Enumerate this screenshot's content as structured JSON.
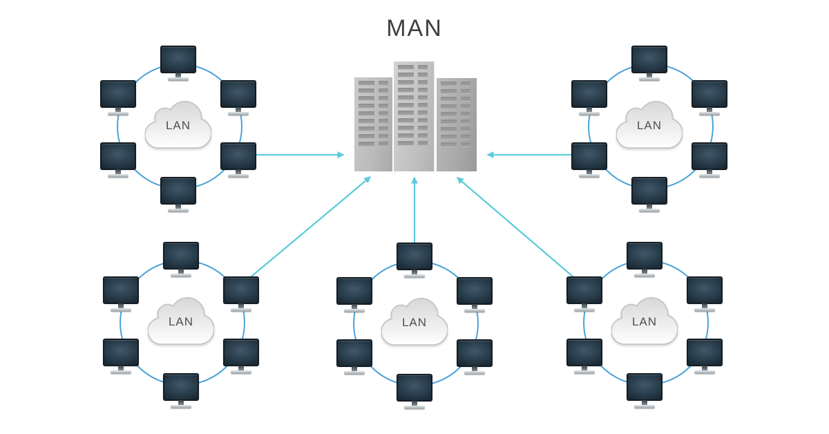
{
  "title": "MAN",
  "clusters": [
    {
      "name": "top-left",
      "label": "LAN"
    },
    {
      "name": "top-right",
      "label": "LAN"
    },
    {
      "name": "bottom-left",
      "label": "LAN"
    },
    {
      "name": "bottom-center",
      "label": "LAN"
    },
    {
      "name": "bottom-right",
      "label": "LAN"
    }
  ],
  "colors": {
    "ring_blue": "#4aa2d8",
    "arrow_cyan": "#5ecbdb",
    "title_text": "#3e3e3e",
    "lan_label_text": "#4e4e4e",
    "building_gray": "#bfbfbf",
    "building_window_gray": "#979797",
    "monitor_screen_dark": "#2c4150",
    "cloud_outline": "#c5c5c5"
  }
}
